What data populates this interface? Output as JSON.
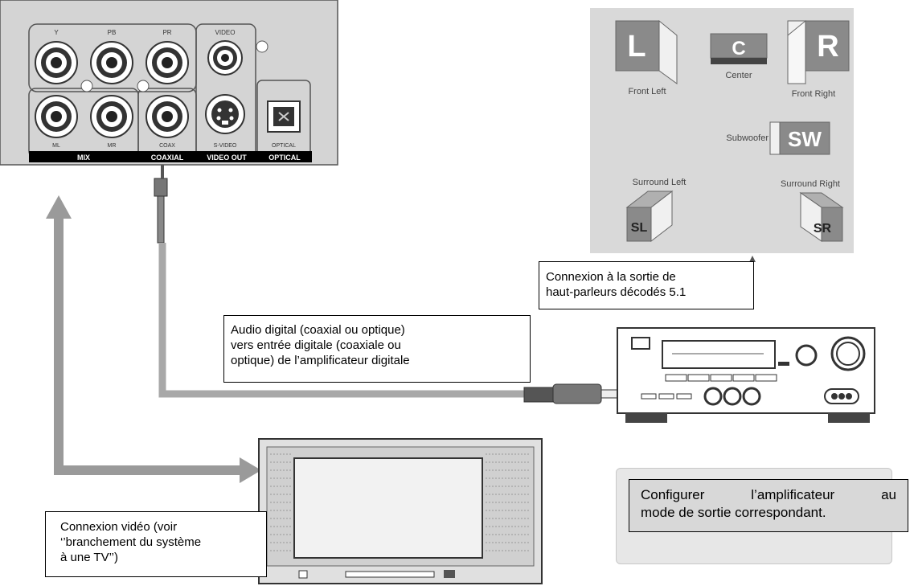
{
  "player_panel": {
    "top_labels": [
      "Y",
      "PB",
      "PR",
      "VIDEO"
    ],
    "bottom_labels": [
      "ML",
      "MR",
      "COAX",
      "S-VIDEO",
      "OPTICAL"
    ],
    "group_labels": [
      "MIX",
      "COAXIAL",
      "VIDEO OUT",
      "OPTICAL"
    ]
  },
  "speaker_layout": {
    "front_left": {
      "letter": "L",
      "label": "Front Left"
    },
    "center": {
      "letter": "C",
      "label": "Center"
    },
    "front_right": {
      "letter": "R",
      "label": "Front Right"
    },
    "subwoofer": {
      "letter": "SW",
      "label": "Subwoofer"
    },
    "surround_left": {
      "letter": "SL",
      "label": "Surround Left"
    },
    "surround_right": {
      "letter": "SR",
      "label": "Surround Right"
    }
  },
  "callouts": {
    "speakers": [
      "Connexion à la sortie de",
      "haut-parleurs décodés 5.1"
    ],
    "digital_audio": [
      "Audio digital (coaxial ou optique)",
      "vers entrée digitale (coaxiale ou",
      "optique) de l’amplificateur digitale"
    ],
    "video": [
      "Connexion vidéo (voir",
      "‘’branchement du système",
      "à une TV’’)"
    ],
    "config": [
      "Configurer    l’amplificateur    au",
      "mode de sortie correspondant."
    ]
  },
  "colors": {
    "panel_gray": "#d4d4d4",
    "speaker_bg": "#d9d9d9",
    "cable_gray": "#a8a8a8",
    "arrow_gray": "#9a9a9a",
    "speaker_dark": "#8a8a8a"
  }
}
